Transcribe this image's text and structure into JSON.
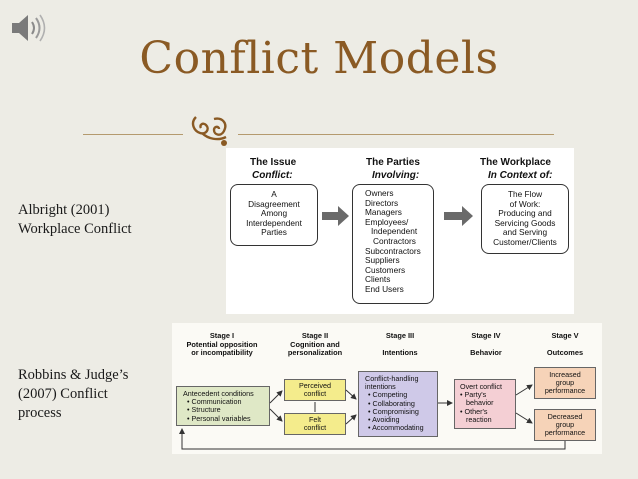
{
  "slide": {
    "title": "Conflict Models",
    "ornament_icon": "fleuron-icon",
    "speaker_icon": "speaker-icon",
    "label1_line1": "Albright (2001)",
    "label1_line2": "Workplace Conflict",
    "label2_line1": "Robbins & Judge’s",
    "label2_line2": "(2007) Conflict",
    "label2_line3": "process"
  },
  "figure1": {
    "issue_title": "The Issue",
    "issue_sub": "Conflict:",
    "issue_box": [
      "A",
      "Disagreement",
      "Among",
      "Interdependent",
      "Parties"
    ],
    "parties_title": "The Parties",
    "parties_sub": "Involving:",
    "parties_box": [
      "Owners",
      "Directors",
      "Managers",
      "Employees/",
      "Independent",
      "Contractors",
      "Subcontractors",
      "Suppliers",
      "Customers",
      "Clients",
      "End Users"
    ],
    "workplace_title": "The Workplace",
    "workplace_sub": "In Context of:",
    "workplace_box": [
      "The Flow",
      "of Work:",
      "Producing and",
      "Servicing Goods",
      "and Serving",
      "Customer/Clients"
    ]
  },
  "figure2": {
    "stage1": [
      "Stage I",
      "Potential opposition",
      "or incompatibility"
    ],
    "stage2": [
      "Stage II",
      "Cognition and",
      "personalization"
    ],
    "stage3": [
      "Stage III",
      "Intentions"
    ],
    "stage4": [
      "Stage IV",
      "Behavior"
    ],
    "stage5": [
      "Stage V",
      "Outcomes"
    ],
    "antecedent": [
      "Antecedent conditions",
      "• Communication",
      "• Structure",
      "• Personal variables"
    ],
    "perceived": [
      "Perceived",
      "conflict"
    ],
    "felt": [
      "Felt",
      "conflict"
    ],
    "intentions": [
      "Conflict-handling",
      "intentions",
      "• Competing",
      "• Collaborating",
      "• Compromising",
      "• Avoiding",
      "• Accommodating"
    ],
    "overt": [
      "Overt conflict",
      "• Party's",
      "  behavior",
      "• Other's",
      "  reaction"
    ],
    "increased": [
      "Increased",
      "group",
      "performance"
    ],
    "decreased": [
      "Decreased",
      "group",
      "performance"
    ]
  }
}
